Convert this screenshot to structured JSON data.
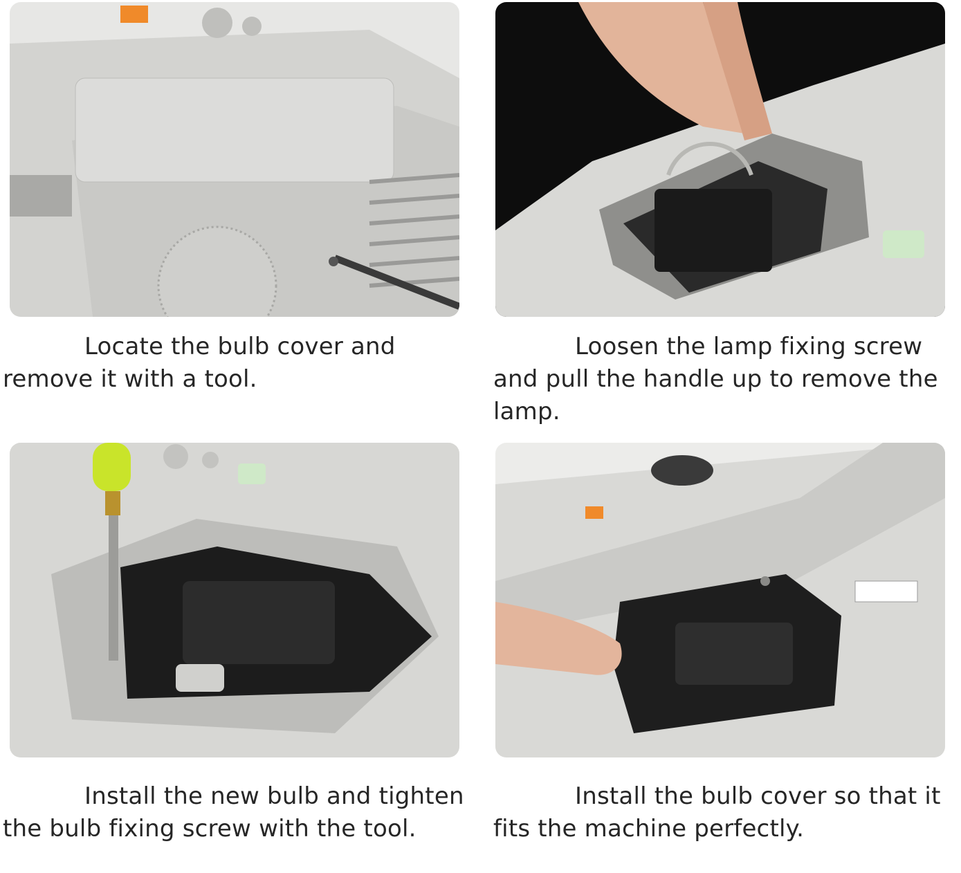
{
  "steps": [
    {
      "caption": "Locate the bulb cover and remove it with a tool.",
      "image": "projector-remove-cover-photo"
    },
    {
      "caption": "Loosen the lamp fixing screw and pull the handle up to remove the lamp.",
      "image": "projector-pull-lamp-photo"
    },
    {
      "caption": "Install the new bulb and tighten the bulb fixing screw with the tool.",
      "image": "projector-install-bulb-photo"
    },
    {
      "caption": "Install the bulb cover so that it fits the machine perfectly.",
      "image": "projector-install-cover-photo"
    }
  ],
  "colors": {
    "projector_body": "#d9d9d6",
    "lamp_housing": "#1c1c1c",
    "screwdriver_handle": "#c9e42a",
    "button_accent": "#f08a2a"
  }
}
